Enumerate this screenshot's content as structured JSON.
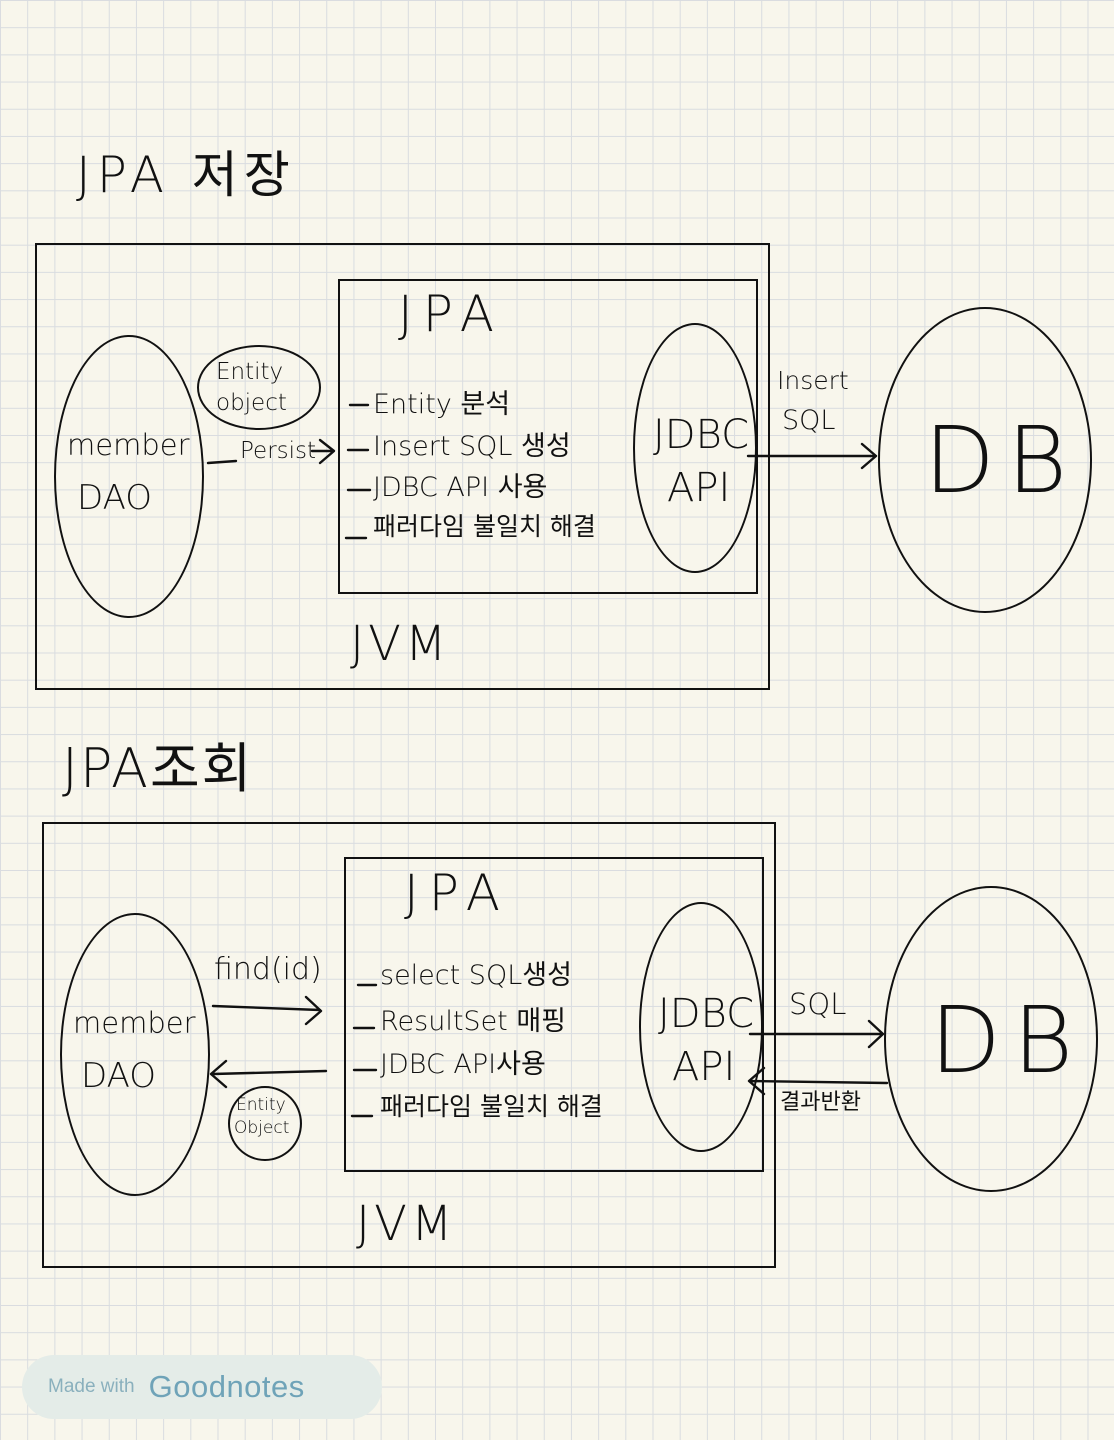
{
  "save": {
    "title": "JPA 저장",
    "jvm_label": "JVM",
    "jpa_label": "JPA",
    "member_dao": [
      "member",
      "DAO"
    ],
    "entity_object": [
      "Entity",
      "object"
    ],
    "persist_label": "Persist",
    "jpa_steps": [
      "Entity 분석",
      "Insert SQL 생성",
      "JDBC API 사용",
      "패러다임 불일치 해결"
    ],
    "jdbc_api": [
      "JDBC",
      "API"
    ],
    "insert_sql": [
      "Insert",
      "SQL"
    ],
    "db_label": "DB"
  },
  "find": {
    "title": "JPA조회",
    "jvm_label": "JVM",
    "jpa_label": "JPA",
    "member_dao": [
      "member",
      "DAO"
    ],
    "find_label": "find(id)",
    "entity_object": [
      "Entity",
      "Object"
    ],
    "jpa_steps": [
      "select SQL생성",
      "ResultSet 매핑",
      "JDBC API사용",
      "패러다임 불일치 해결"
    ],
    "jdbc_api": [
      "JDBC",
      "API"
    ],
    "sql_label": "SQL",
    "result_label": "결과반환",
    "db_label": "DB"
  },
  "badge": {
    "made_with": "Made with",
    "brand": "Goodnotes"
  }
}
